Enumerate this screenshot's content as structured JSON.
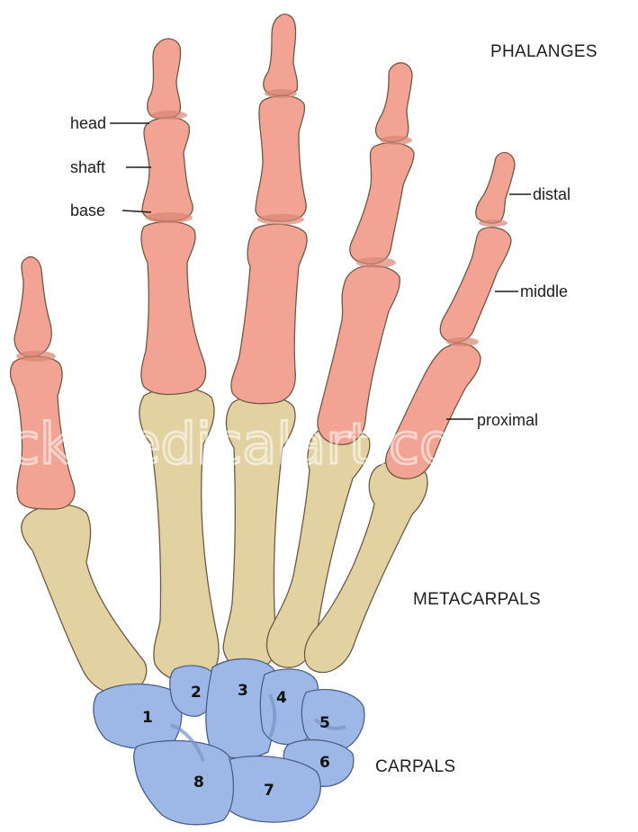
{
  "labels": {
    "phalanges": "PHALANGES",
    "metacarpals": "METACARPALS",
    "carpals": "CARPALS",
    "head": "head",
    "shaft": "shaft",
    "base": "base",
    "distal": "distal",
    "middle": "middle",
    "proximal": "proximal"
  },
  "carpal_numbers": [
    "1",
    "2",
    "3",
    "4",
    "5",
    "6",
    "7",
    "8"
  ],
  "watermark": "ckmedicalart.com",
  "colors": {
    "phalanges": "#f2a393",
    "phalanges_shade": "#d98474",
    "metacarpals": "#e2d2a2",
    "metacarpals_shade": "#c2ad74",
    "carpals": "#9db8e6",
    "carpals_shade": "#7793c8",
    "outline": "#6e5a44",
    "text": "#1d1d1d"
  }
}
